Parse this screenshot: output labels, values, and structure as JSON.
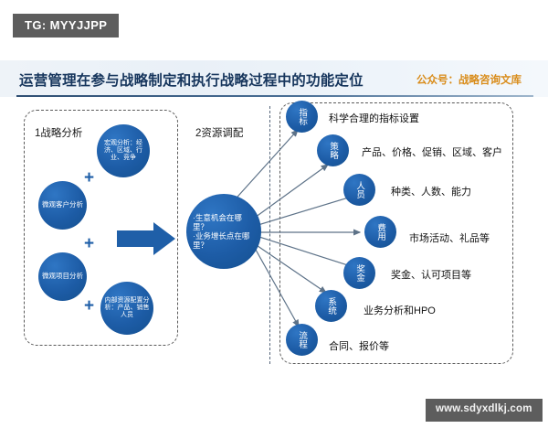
{
  "watermarks": {
    "tg_badge": "TG: MYYJJPP",
    "site_badge": "www.sdyxdlkj.com"
  },
  "header": {
    "title": "运营管理在参与战略制定和执行战略过程中的功能定位",
    "right_label": "公众号：战略咨询文库"
  },
  "sections": {
    "left_caption": "1战略分析",
    "right_caption": "2资源调配"
  },
  "left_cluster": {
    "bubbles": [
      {
        "id": "macro-analysis",
        "label": "宏观分析：经济、区域、行业、竞争"
      },
      {
        "id": "micro-customer-analysis",
        "label": "微观客户分析"
      },
      {
        "id": "micro-project-analysis",
        "label": "微观项目分析"
      },
      {
        "id": "internal-resource-analysis",
        "label": "内部资源配置分析：产品、销售人员"
      }
    ],
    "connector_symbol": "+"
  },
  "center": {
    "label": "·生意机会在哪里？\n·业务增长点在哪里？"
  },
  "right_cluster": {
    "items": [
      {
        "id": "kpi",
        "bubble": "指标",
        "desc": "科学合理的指标设置"
      },
      {
        "id": "strategy",
        "bubble": "策略",
        "desc": "产品、价格、促销、区域、客户"
      },
      {
        "id": "people",
        "bubble": "人员",
        "desc": "种类、人数、能力"
      },
      {
        "id": "cost",
        "bubble": "费用",
        "desc": "市场活动、礼品等"
      },
      {
        "id": "bonus",
        "bubble": "奖金",
        "desc": "奖金、认可项目等"
      },
      {
        "id": "system",
        "bubble": "系统",
        "desc": "业务分析和HPO"
      },
      {
        "id": "process",
        "bubble": "流程",
        "desc": "合同、报价等"
      }
    ]
  },
  "colors": {
    "bubble_blue": "#1f5fa8",
    "title_blue": "#17365d",
    "accent_orange": "#d98c1a",
    "watermark_gray": "#5d5d5d",
    "connector_gray": "#5d7288",
    "arrow_blue": "#1f5fa8"
  }
}
